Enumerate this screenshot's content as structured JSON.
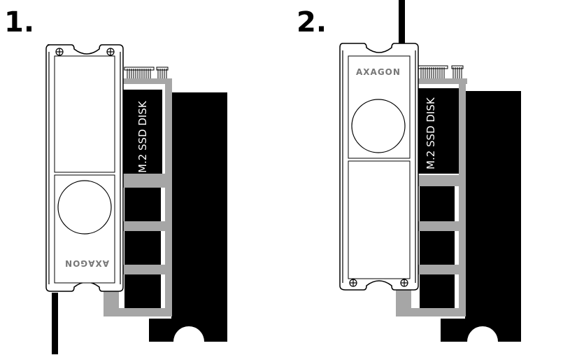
{
  "steps": [
    {
      "number": "1.",
      "disk_label": "M.2 SSD DISK",
      "brand": "AXAGON"
    },
    {
      "number": "2.",
      "disk_label": "M.2 SSD DISK",
      "brand": "AXAGON"
    }
  ],
  "colors": {
    "ssd_body": "#000000",
    "pcb_outline": "#a6a6a6",
    "heatsink_fill": "#ffffff",
    "heatsink_stroke": "#000000",
    "brand_text": "#777777"
  }
}
